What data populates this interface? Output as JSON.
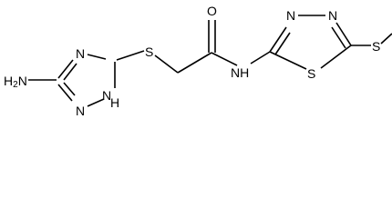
{
  "molecule": {
    "atoms": {
      "amine": "H",
      "amine_sub": "2",
      "amine_n": "N",
      "ring1_n4": "N",
      "ring1_n1": "N",
      "ring1_n2": "N",
      "ring1_nh_h": "H",
      "thioether_s1": "S",
      "carbonyl_o": "O",
      "amide_nh": "NH",
      "ring2_n3": "N",
      "ring2_n4": "N",
      "ring2_s": "S",
      "methylthio_s": "S"
    }
  }
}
